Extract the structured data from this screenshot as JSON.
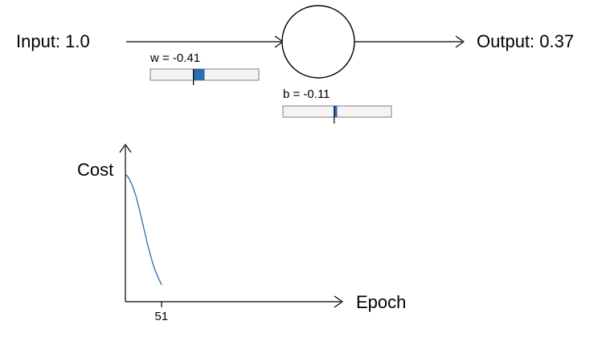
{
  "network": {
    "input_label": "Input: 1.0",
    "output_label": "Output: 0.37",
    "weight": {
      "label": "w = -0.41",
      "value": -0.41,
      "slider_min": -2,
      "slider_max": 2
    },
    "bias": {
      "label": "b = -0.11",
      "value": -0.11,
      "slider_min": -2,
      "slider_max": 2
    }
  },
  "chart_data": {
    "type": "line",
    "ylabel": "Cost",
    "xlabel": "Epoch",
    "x_ticks": [
      "51"
    ],
    "xlim": [
      0,
      300
    ],
    "ylim": [
      0,
      1
    ],
    "series": [
      {
        "x": [
          0,
          5,
          10,
          15,
          20,
          25,
          30,
          35,
          40,
          45,
          50,
          51
        ],
        "values": [
          0.84,
          0.81,
          0.76,
          0.69,
          0.6,
          0.5,
          0.4,
          0.31,
          0.23,
          0.17,
          0.12,
          0.11
        ]
      }
    ]
  },
  "colors": {
    "accent": "#2a6db0",
    "line": "#000000",
    "slider_border": "#7f7f7f",
    "slider_fill": "#f4f4f4"
  }
}
